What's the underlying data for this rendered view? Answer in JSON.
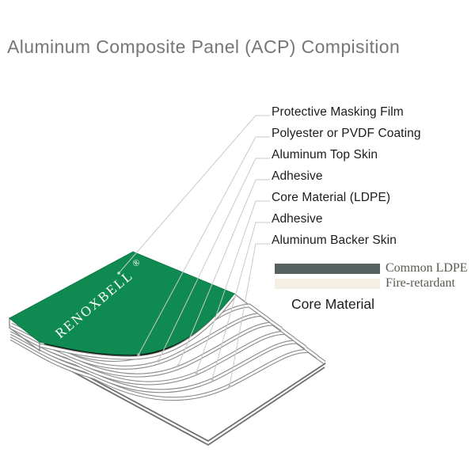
{
  "title": "Aluminum Composite Panel (ACP) Compisition",
  "panel": {
    "brand": "RENOXBELL",
    "registered_mark": "®",
    "layer_labels": [
      "Protective Masking Film",
      "Polyester or PVDF Coating",
      "Aluminum Top Skin",
      "Adhesive",
      "Core Material (LDPE)",
      "Adhesive",
      "Aluminum Backer Skin"
    ]
  },
  "legend": {
    "items": [
      {
        "label": "Common LDPE",
        "swatch_color": "#566060"
      },
      {
        "label": "Fire-retardant",
        "swatch_color": "#f4eee3"
      }
    ],
    "caption": "Core Material"
  },
  "colors": {
    "panel_green": "#0f8a50",
    "title_text": "#767676",
    "label_text": "#1c1c1c",
    "legend_text": "#5a5850",
    "sheet_line": "#8a8a8a",
    "leader_line": "#c9c9c9",
    "brand_text": "#ffffff"
  }
}
